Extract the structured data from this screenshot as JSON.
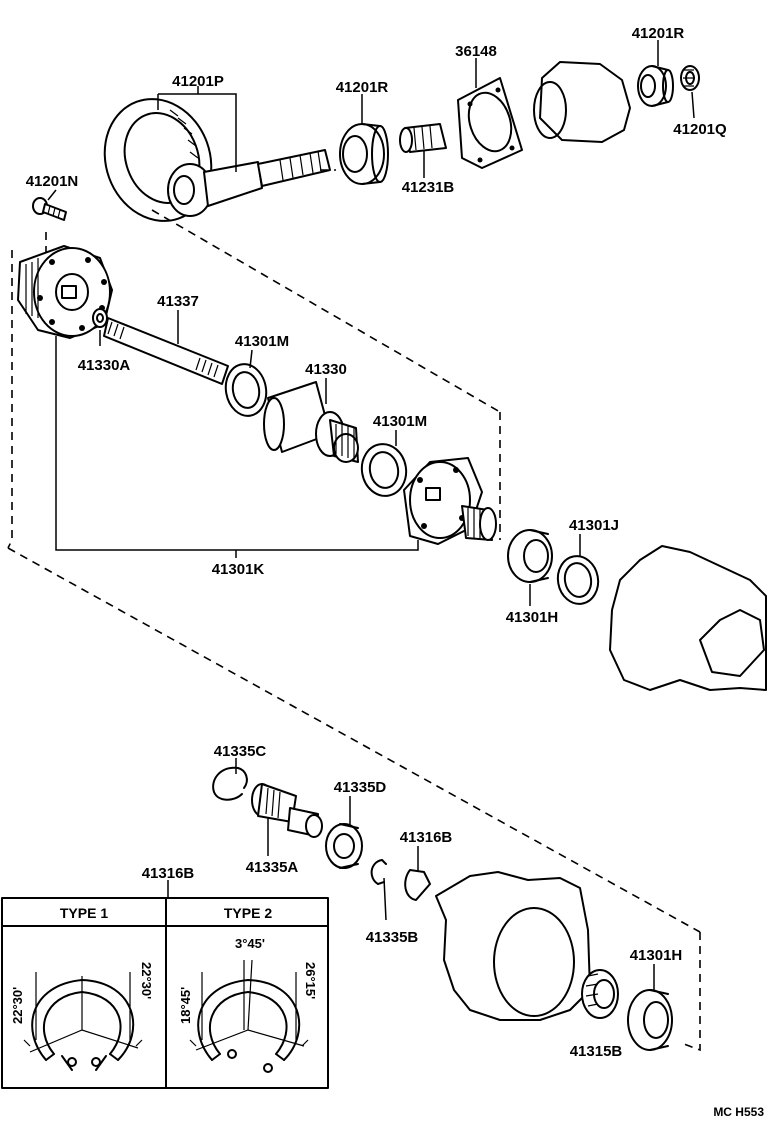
{
  "parts": {
    "p41201P": "41201P",
    "p41201R_top": "41201R",
    "p41201R_mid": "41201R",
    "p36148": "36148",
    "p41201Q": "41201Q",
    "p41231B": "41231B",
    "p41201N": "41201N",
    "p41337": "41337",
    "p41301M_a": "41301M",
    "p41330A": "41330A",
    "p41330": "41330",
    "p41301M_b": "41301M",
    "p41301J": "41301J",
    "p41301K": "41301K",
    "p41301H_a": "41301H",
    "p41335C": "41335C",
    "p41335D": "41335D",
    "p41316B_a": "41316B",
    "p41335A": "41335A",
    "p41335B": "41335B",
    "p41316B_b": "41316B",
    "p41301H_b": "41301H",
    "p41315B": "41315B"
  },
  "detail": {
    "type1": "TYPE 1",
    "type2": "TYPE 2",
    "t1_left_angle": "22°30'",
    "t1_right_angle": "22°30'",
    "t2_top_angle": "3°45'",
    "t2_left_angle": "18°45'",
    "t2_right_angle": "26°15'"
  },
  "footer": {
    "code": "MC  H553"
  }
}
